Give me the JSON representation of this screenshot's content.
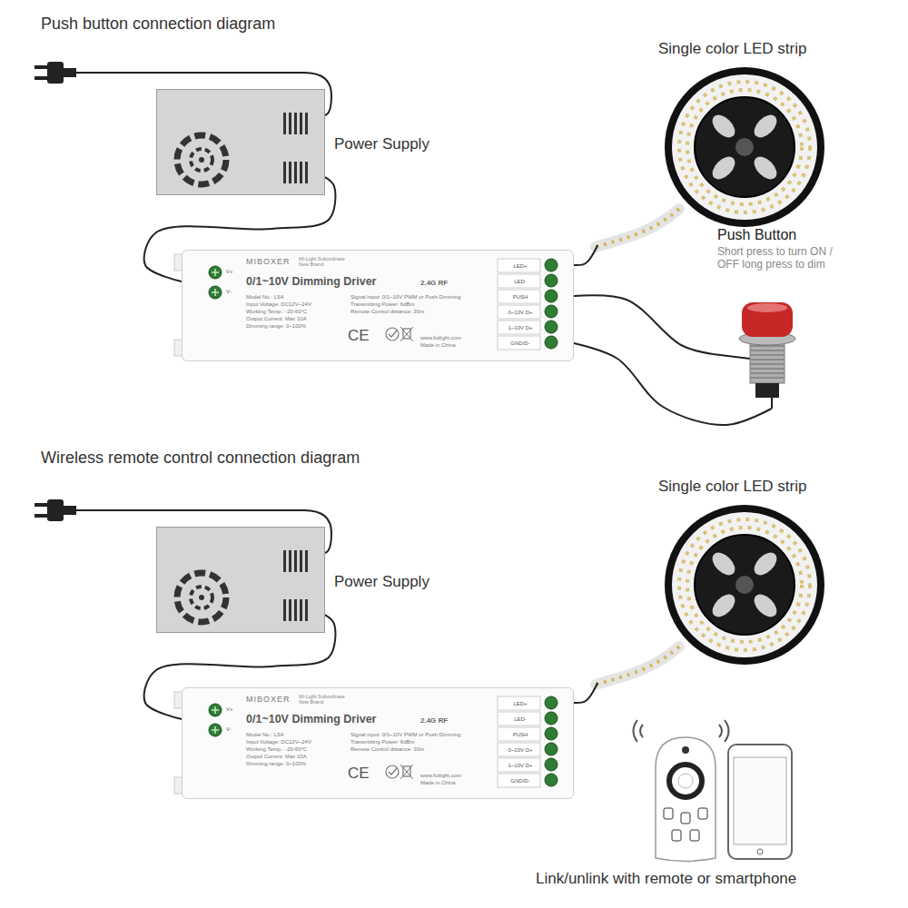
{
  "diagram": {
    "nodes": [
      {
        "text": [
          "Power Supply"
        ]
      },
      {
        "text": [
          "Single color LED strip"
        ]
      },
      {
        "text": [
          "MIBOXER",
          "Mi-Light Subordinate New Brand",
          "0/1~10V Dimming Driver",
          "Model No.: LS4",
          "Input Voltage: DC12V~24V",
          "Working Temp.: -20-60°C",
          "Output Current: Max 10A",
          "Dimming range: 0~100%",
          "Signal input: 0/1~10V PWM or Push Dimming",
          "Transmitting Power: 6dBm",
          "Remote Control distance: 30m",
          "2.4G RF",
          "www.futlight.com",
          "Made in China",
          "CE",
          "V+",
          "V-",
          "LED+",
          "LED-",
          "PUSH",
          "0~10V D+",
          "1~10V D+",
          "GND/D-"
        ]
      },
      {
        "text": [
          "Push Button",
          "Short press to turn ON / OFF long press to dim"
        ]
      },
      {
        "text": [
          "Power Supply"
        ]
      },
      {
        "text": [
          "Single color LED strip"
        ]
      },
      {
        "text": [
          "MIBOXER",
          "Mi-Light Subordinate New Brand",
          "0/1~10V Dimming Driver",
          "Model No.: LS4",
          "Input Voltage: DC12V~24V",
          "Working Temp.: -20-60°C",
          "Output Current: Max 10A",
          "Dimming range: 0~100%",
          "Signal input: 0/1~10V PWM or Push Dimming",
          "Transmitting Power: 6dBm",
          "Remote Control distance: 30m",
          "2.4G RF",
          "www.futlight.com",
          "Made in China",
          "CE",
          "V+",
          "V-",
          "LED+",
          "LED-",
          "PUSH",
          "0~10V D+",
          "1~10V D+",
          "GND/D-"
        ]
      },
      {
        "text": [
          "Link/unlink with remote or smartphone"
        ]
      }
    ],
    "edges": [
      {
        "from": 0,
        "to": 2,
        "arrow": "none"
      },
      {
        "from": 2,
        "to": 1,
        "arrow": "none"
      },
      {
        "from": 2,
        "to": 3,
        "arrow": "none"
      },
      {
        "from": 2,
        "to": 3,
        "arrow": "none"
      },
      {
        "from": 4,
        "to": 6,
        "arrow": "none"
      },
      {
        "from": 6,
        "to": 5,
        "arrow": "none"
      }
    ],
    "labels": [
      "Push button connection diagram",
      "Wireless remote control connection diagram"
    ]
  }
}
